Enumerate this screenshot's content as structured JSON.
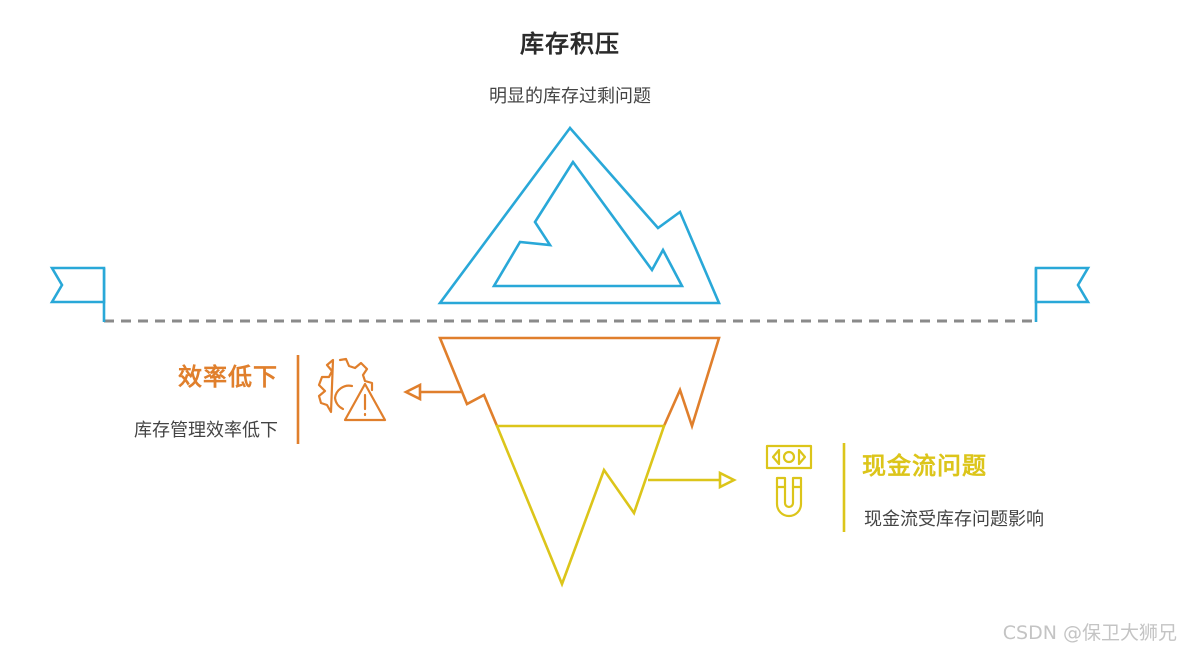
{
  "title": "库存积压",
  "subtitle": "明显的库存过剩问题",
  "left_callout": {
    "title": "效率低下",
    "description": "库存管理效率低下",
    "icon": "gear-warning-icon",
    "color": "#e07f2c"
  },
  "right_callout": {
    "title": "现金流问题",
    "description": "现金流受库存问题影响",
    "icon": "money-magnet-icon",
    "color": "#dcc51a"
  },
  "colors": {
    "tip": "#29a8d8",
    "waterline": "#8a8a8a",
    "text": "#444444"
  },
  "watermark": "CSDN @保卫大狮兄"
}
